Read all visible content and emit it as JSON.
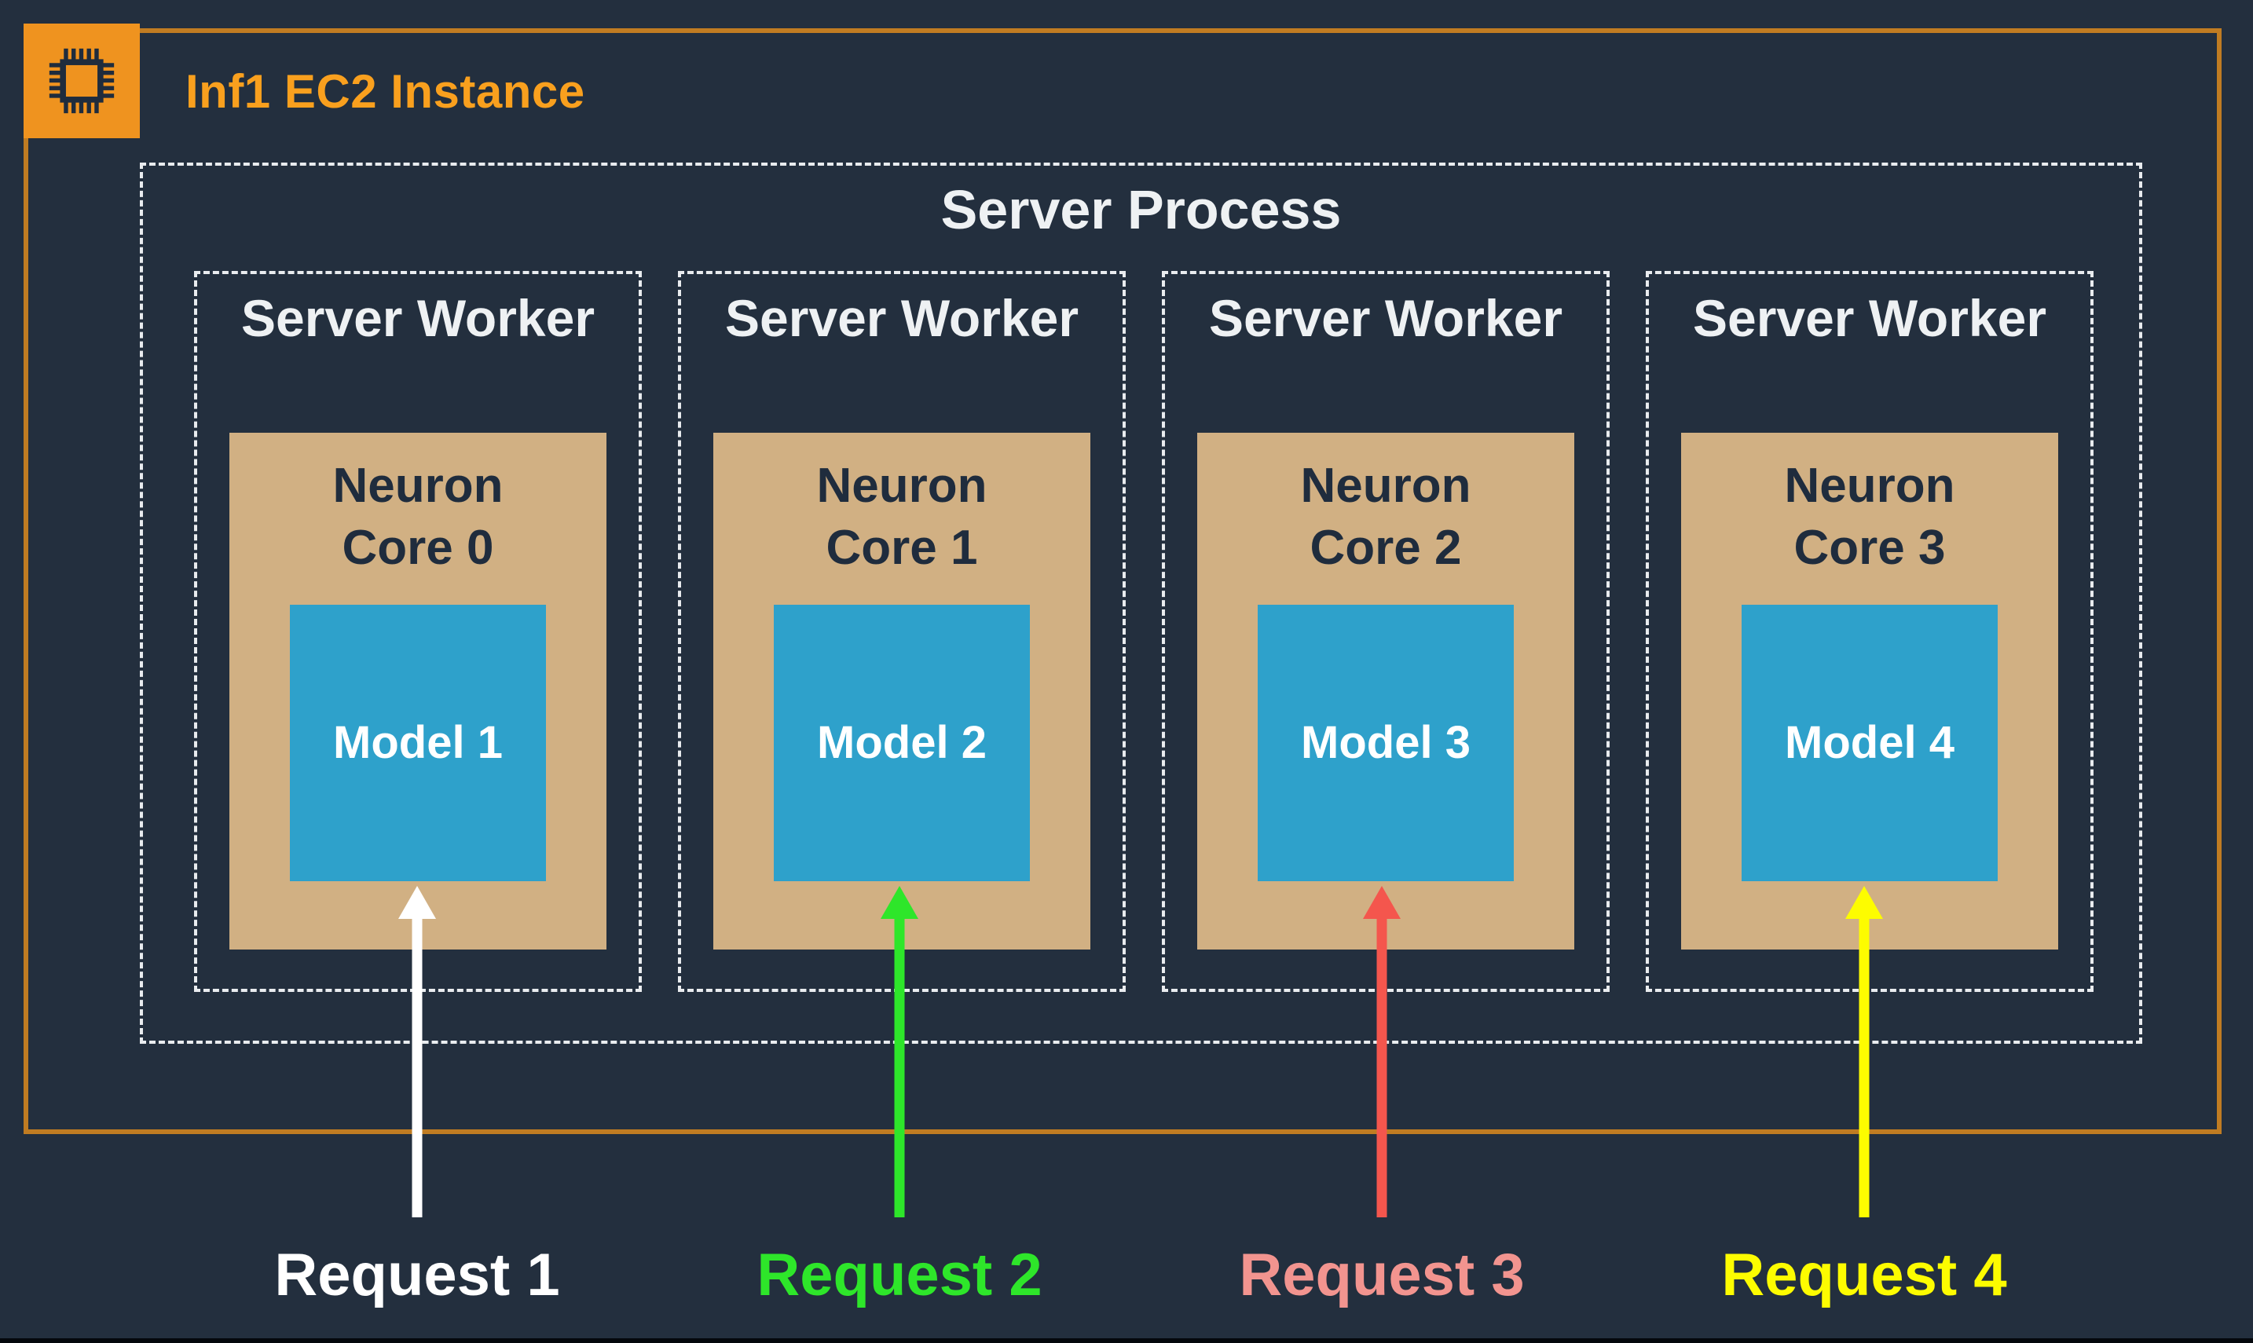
{
  "colors": {
    "background": "#232f3e",
    "navy": "#1f2c3d",
    "instance_border": "#c07c22",
    "badge_bg": "#ef931f",
    "title_text": "#f9a01e",
    "dashed_border": "#e9ecef",
    "core_bg": "#d1b083",
    "model_bg": "#2ea1cb",
    "model_text": "#ffffff",
    "process_text": "#eef1f3"
  },
  "instance": {
    "title": "Inf1 EC2 Instance",
    "badge_icon": "chip-icon"
  },
  "process": {
    "title": "Server Process"
  },
  "workers": [
    {
      "label": "Server Worker",
      "core_line1": "Neuron",
      "core_line2": "Core 0",
      "model": "Model 1"
    },
    {
      "label": "Server Worker",
      "core_line1": "Neuron",
      "core_line2": "Core 1",
      "model": "Model 2"
    },
    {
      "label": "Server Worker",
      "core_line1": "Neuron",
      "core_line2": "Core 2",
      "model": "Model 3"
    },
    {
      "label": "Server Worker",
      "core_line1": "Neuron",
      "core_line2": "Core 3",
      "model": "Model 4"
    }
  ],
  "requests": [
    {
      "label": "Request 1",
      "label_color": "#ffffff",
      "arrow_color": "#ffffff"
    },
    {
      "label": "Request 2",
      "label_color": "#2ee62a",
      "arrow_color": "#2ee62a"
    },
    {
      "label": "Request 3",
      "label_color": "#f2948f",
      "arrow_color": "#f4564d"
    },
    {
      "label": "Request 4",
      "label_color": "#fdfc00",
      "arrow_color": "#fdfc00"
    }
  ]
}
